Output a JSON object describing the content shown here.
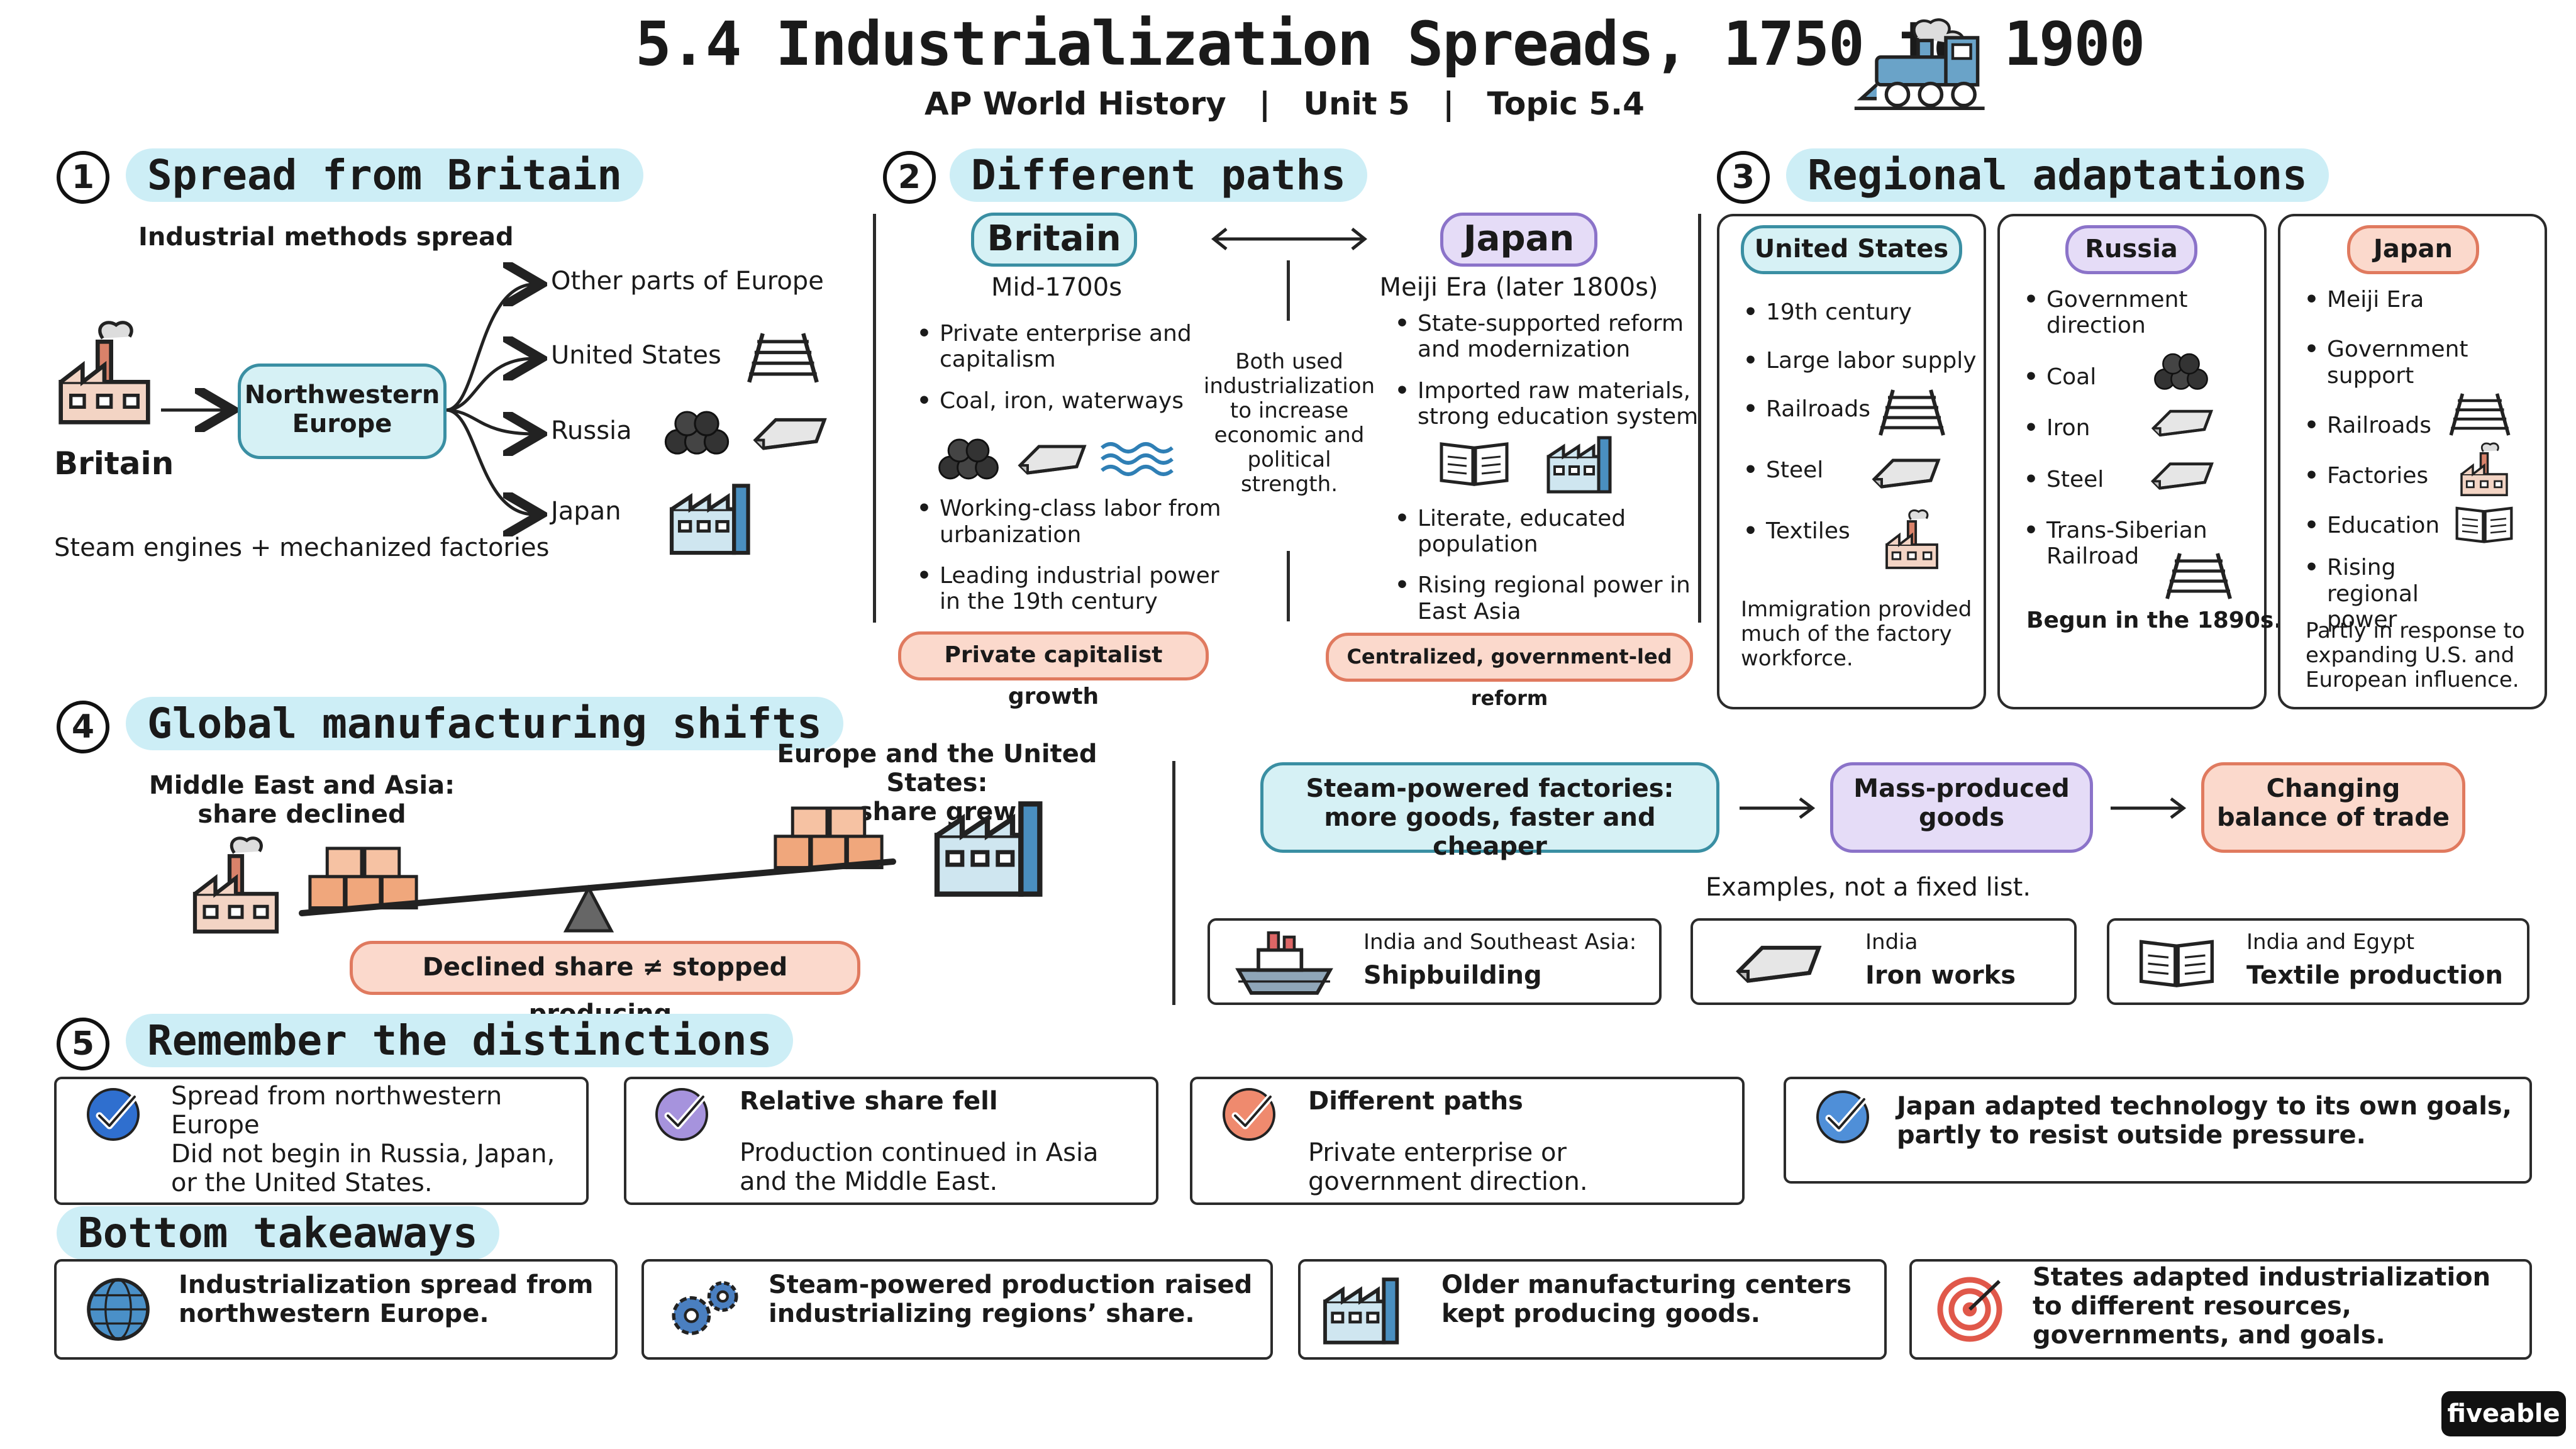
{
  "header": {
    "title": "5.4 Industrialization Spreads, 1750 to 1900",
    "subtitle": "AP World History   |   Unit 5   |   Topic 5.4"
  },
  "icons": [
    "train-icon",
    "factory-icon",
    "railroad-track-icon",
    "coal-icon",
    "iron-ingot-icon",
    "waves-icon",
    "book-icon",
    "ship-icon",
    "check-icon",
    "globe-icon",
    "gears-icon",
    "target-icon"
  ],
  "colors": {
    "blue_fill": "#d6f1f5",
    "blue_border": "#3a8fa3",
    "purple_fill": "#e5dcf7",
    "purple_border": "#8b73c9",
    "orange_fill": "#fbd9cc",
    "orange_border": "#e07a5f"
  },
  "sec1": {
    "num": "1",
    "title": "Spread from Britain",
    "caption_top": "Industrial methods spread",
    "origin": "Britain",
    "hub_line1": "Northwestern",
    "hub_line2": "Europe",
    "targets": [
      "Other parts of Europe",
      "United States",
      "Russia",
      "Japan"
    ],
    "caption_bottom": "Steam engines + mechanized factories"
  },
  "sec2": {
    "num": "2",
    "title": "Different paths",
    "britain": {
      "label": "Britain",
      "era": "Mid-1700s",
      "bullets": [
        "Private enterprise and capitalism",
        "Coal, iron, waterways",
        "Working-class labor from urbanization",
        "Leading industrial power in the 19th century"
      ],
      "tag": "Private capitalist growth"
    },
    "middle": [
      "Both used",
      "industrialization",
      "to increase",
      "economic and",
      "political",
      "strength."
    ],
    "japan": {
      "label": "Japan",
      "era": "Meiji Era (later 1800s)",
      "bullets": [
        "State-supported reform and modernization",
        "Imported raw materials, strong education system",
        "Literate, educated population",
        "Rising regional power in East Asia"
      ],
      "tag": "Centralized, government-led reform"
    }
  },
  "sec3": {
    "num": "3",
    "title": "Regional adaptations",
    "us": {
      "label": "United States",
      "items": [
        "19th century",
        "Large labor supply",
        "Railroads",
        "Steel",
        "Textiles"
      ],
      "note": "Immigration provided much of the factory workforce."
    },
    "russia": {
      "label": "Russia",
      "items": [
        "Government direction",
        "Coal",
        "Iron",
        "Steel",
        "Trans-Siberian Railroad"
      ],
      "note": "Begun in the 1890s."
    },
    "japan": {
      "label": "Japan",
      "items": [
        "Meiji Era",
        "Government support",
        "Railroads",
        "Factories",
        "Education",
        "Rising regional power"
      ],
      "note": "Partly in response to expanding U.S. and European influence."
    }
  },
  "sec4": {
    "num": "4",
    "title": "Global manufacturing shifts",
    "left_label_1": "Middle East and Asia:",
    "left_label_2": "share declined",
    "right_label_1": "Europe and the United States:",
    "right_label_2": "share grew",
    "warning": "Declined share ≠ stopped producing.",
    "flow": [
      "Steam-powered factories:",
      "more goods, faster and cheaper",
      "Mass-produced",
      "goods",
      "Changing",
      "balance of trade"
    ],
    "examples_caption": "Examples, not a fixed list.",
    "examples": [
      {
        "region": "India and Southeast Asia:",
        "item": "Shipbuilding"
      },
      {
        "region": "India",
        "item": "Iron works"
      },
      {
        "region": "India and Egypt",
        "item": "Textile production"
      }
    ]
  },
  "sec5": {
    "num": "5",
    "title": "Remember the distinctions",
    "cards": [
      {
        "head": "Spread from northwestern Europe",
        "body": "Did not begin in Russia, Japan, or the United States."
      },
      {
        "head": "Relative share fell",
        "body": "Production continued in Asia and the Middle East."
      },
      {
        "head": "Different paths",
        "body": "Private enterprise or government direction."
      },
      {
        "head": "",
        "body": "Japan adapted technology to its own goals, partly to resist outside pressure."
      }
    ]
  },
  "takeaways": {
    "title": "Bottom takeaways",
    "items": [
      "Industrialization spread from northwestern Europe.",
      "Steam-powered production raised industrializing regions’ share.",
      "Older manufacturing centers kept producing goods.",
      "States adapted industrialization to different resources, governments, and goals."
    ]
  },
  "brand": "fiveable"
}
